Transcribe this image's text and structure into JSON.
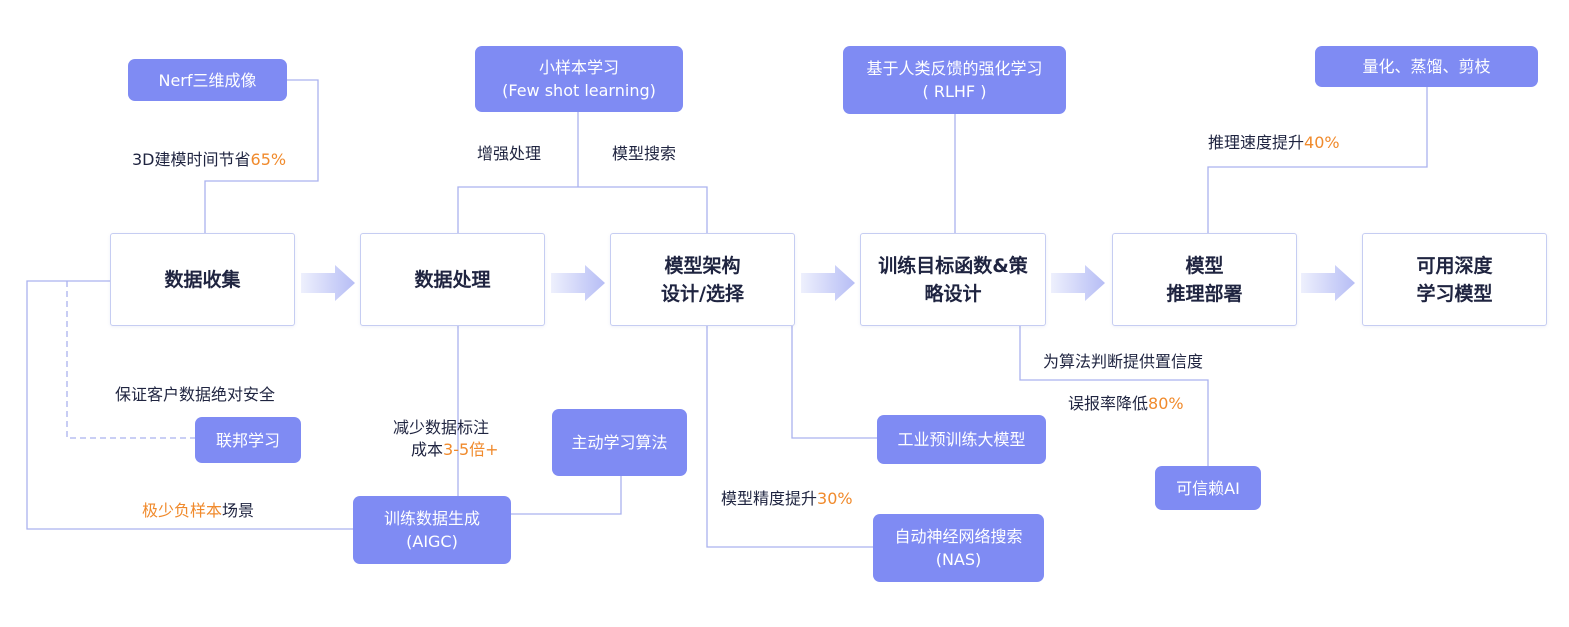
{
  "stages": [
    {
      "line1": "数据收集",
      "line2": ""
    },
    {
      "line1": "数据处理",
      "line2": ""
    },
    {
      "line1": "模型架构",
      "line2": "设计/选择"
    },
    {
      "line1": "训练目标函数&策",
      "line2": "略设计"
    },
    {
      "line1": "模型",
      "line2": "推理部署"
    },
    {
      "line1": "可用深度",
      "line2": "学习模型"
    }
  ],
  "tags": {
    "nerf": "Nerf三维成像",
    "few_shot": {
      "line1": "小样本学习",
      "line2": "(Few shot learning)"
    },
    "rlhf": {
      "line1": "基于人类反馈的强化学习",
      "line2": "( RLHF )"
    },
    "compress": "量化、蒸馏、剪枝",
    "federated": "联邦学习",
    "active": "主动学习算法",
    "aigc": {
      "line1": "训练数据生成",
      "line2": "(AIGC)"
    },
    "industrial": "工业预训练大模型",
    "nas": {
      "line1": "自动神经网络搜索",
      "line2": "(NAS)"
    },
    "trusted": "可信赖AI"
  },
  "labels": {
    "nerf_benefit": {
      "text": "3D建模时间节省",
      "highlight": "65%"
    },
    "enhance": "增强处理",
    "model_search": "模型搜索",
    "inference_speed": {
      "text": "推理速度提升",
      "highlight": "40%"
    },
    "security": "保证客户数据绝对安全",
    "label_cost": {
      "line1": "减少数据标注",
      "line2_text": "成本",
      "line2_highlight": "3-5倍+"
    },
    "rare_negative": {
      "highlight": "极少负样本",
      "text": "场景"
    },
    "accuracy": {
      "text": "模型精度提升",
      "highlight": "30%"
    },
    "confidence": "为算法判断提供置信度",
    "false_alarm": {
      "text": "误报率降低",
      "highlight": "80%"
    }
  },
  "colors": {
    "tag_fill": "#7f8bf3",
    "connector": "#aab2ef",
    "arrow": "#c8cef8",
    "highlight": "#f08a2c"
  }
}
